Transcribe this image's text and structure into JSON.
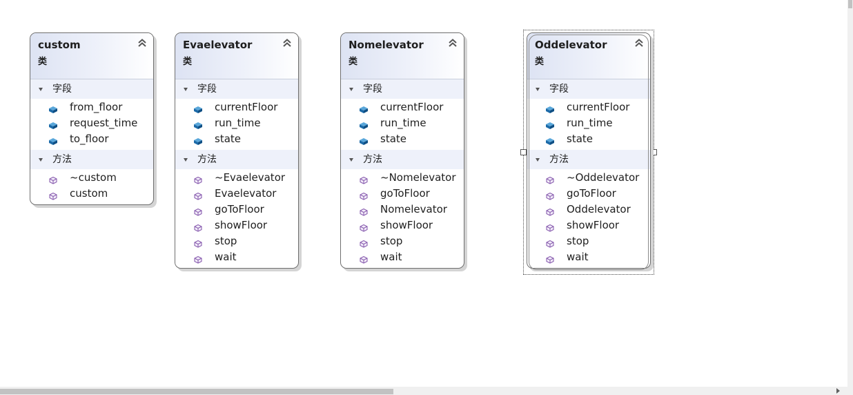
{
  "section_labels": {
    "fields": "字段",
    "methods": "方法"
  },
  "classes": [
    {
      "name": "custom",
      "kind": "类",
      "fields": [
        "from_floor",
        "request_time",
        "to_floor"
      ],
      "methods": [
        "~custom",
        "custom"
      ]
    },
    {
      "name": "Evaelevator",
      "kind": "类",
      "fields": [
        "currentFloor",
        "run_time",
        "state"
      ],
      "methods": [
        "~Evaelevator",
        "Evaelevator",
        "goToFloor",
        "showFloor",
        "stop",
        "wait"
      ]
    },
    {
      "name": "Nomelevator",
      "kind": "类",
      "fields": [
        "currentFloor",
        "run_time",
        "state"
      ],
      "methods": [
        "~Nomelevator",
        "goToFloor",
        "Nomelevator",
        "showFloor",
        "stop",
        "wait"
      ]
    },
    {
      "name": "Oddelevator",
      "kind": "类",
      "selected": true,
      "fields": [
        "currentFloor",
        "run_time",
        "state"
      ],
      "methods": [
        "~Oddelevator",
        "goToFloor",
        "Oddelevator",
        "showFloor",
        "stop",
        "wait"
      ]
    }
  ],
  "icons": {
    "field": "field-icon",
    "method": "method-icon",
    "collapse": "double-chevron-up-icon",
    "section_toggle": "triangle-down-icon"
  },
  "colors": {
    "field_icon": "#1c6aa8",
    "method_icon": "#8a5fb0",
    "header_gradient_start": "#dde3f3",
    "section_bg": "#eef1fa"
  }
}
